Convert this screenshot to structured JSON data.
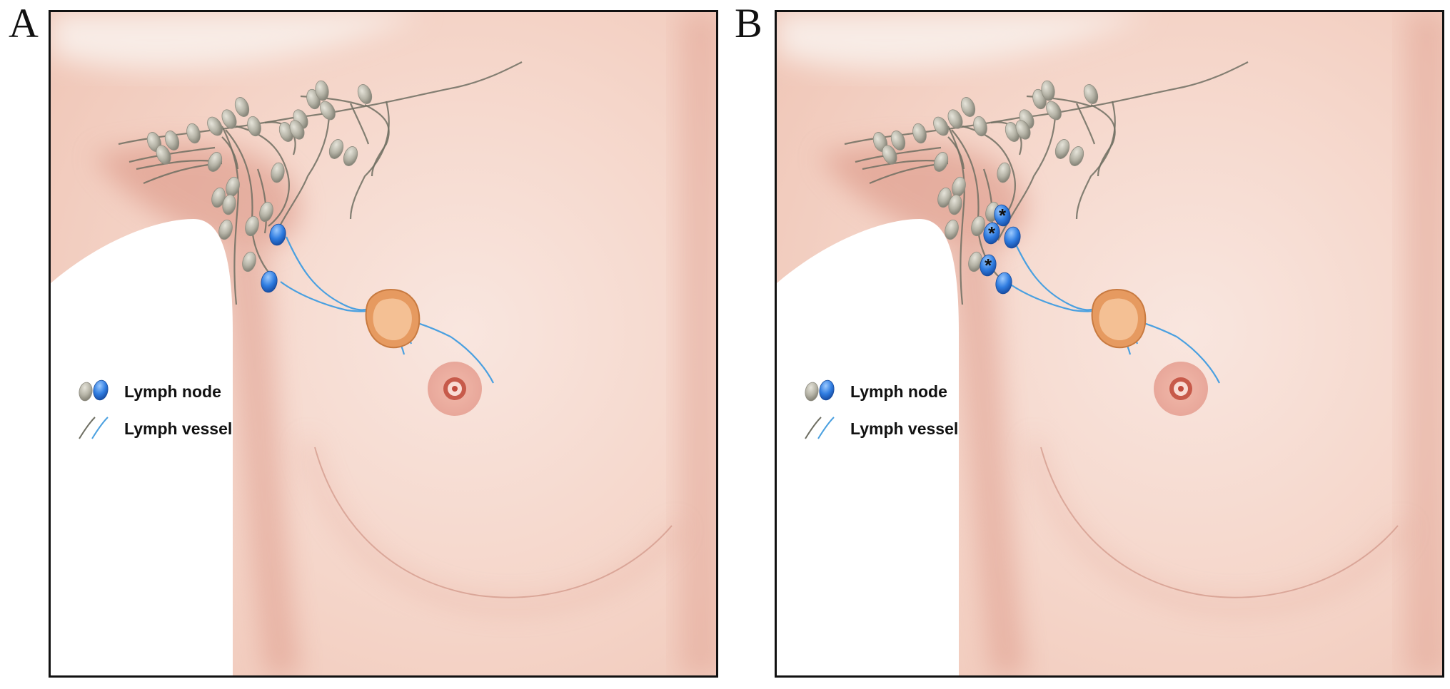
{
  "panels": [
    {
      "letter": "A",
      "legend": {
        "node_label": "Lymph node",
        "vessel_label": "Lymph vessel"
      },
      "metastatic_nodes": 0
    },
    {
      "letter": "B",
      "legend": {
        "node_label": "Lymph node",
        "vessel_label": "Lymph vessel"
      },
      "metastatic_nodes": 3,
      "metastasis_marker": "*"
    }
  ],
  "colors": {
    "skin_light": "#f9e6df",
    "skin_mid": "#f0c7b8",
    "skin_shadow": "#d98f7e",
    "node_gray": "#b5b3a6",
    "node_blue": "#2f7ce0",
    "vessel_gray": "#6e6e62",
    "vessel_blue": "#4aa0e0",
    "tumor": "#f0a870",
    "areola": "#e8a79a",
    "nipple": "#c75a4a"
  },
  "icons": [
    "gray-lymph-node-icon",
    "blue-lymph-node-icon",
    "gray-vessel-icon",
    "blue-vessel-icon",
    "tumor-icon",
    "nipple-icon"
  ]
}
